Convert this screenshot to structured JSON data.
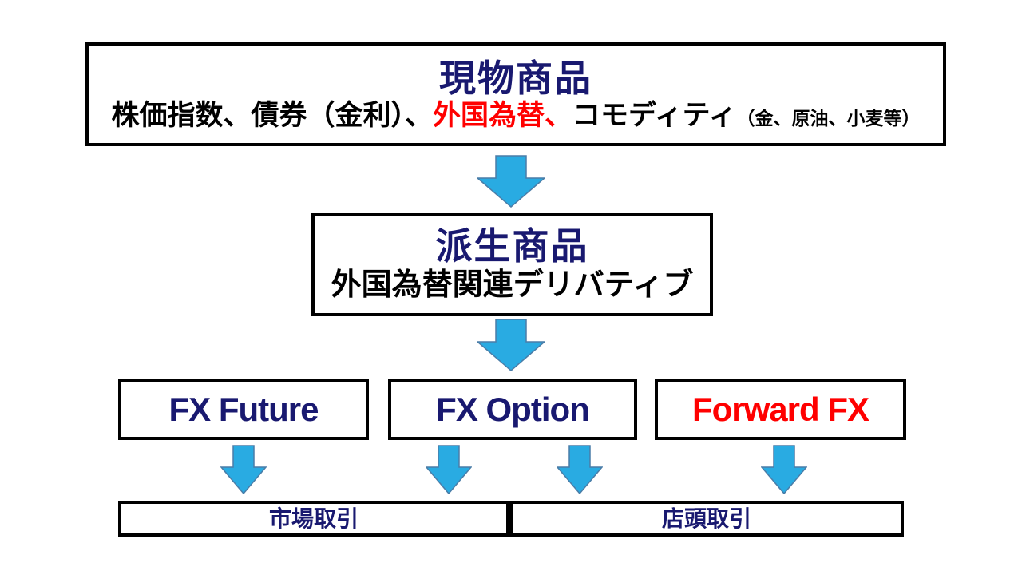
{
  "spot_box": {
    "title": "現物商品",
    "examples_black_1": "株価指数、債券（金利）、",
    "examples_red": "外国為替、",
    "examples_black_2": "コモディティ",
    "examples_note": "（金、原油、小麦等）"
  },
  "derivative_box": {
    "title": "派生商品",
    "subtitle": "外国為替関連デリバティブ"
  },
  "products": {
    "fx_future": "FX Future",
    "fx_option": "FX Option",
    "forward_fx": "Forward FX"
  },
  "trades": {
    "exchange": "市場取引",
    "otc": "店頭取引"
  },
  "colors": {
    "navy_text": "#191970",
    "highlight_red": "#ff0000",
    "arrow_fill": "#29abe2",
    "arrow_stroke": "#4a7da8",
    "box_border": "#000000",
    "background": "#ffffff"
  },
  "icons": {
    "down_arrow": "block-down-arrow"
  }
}
